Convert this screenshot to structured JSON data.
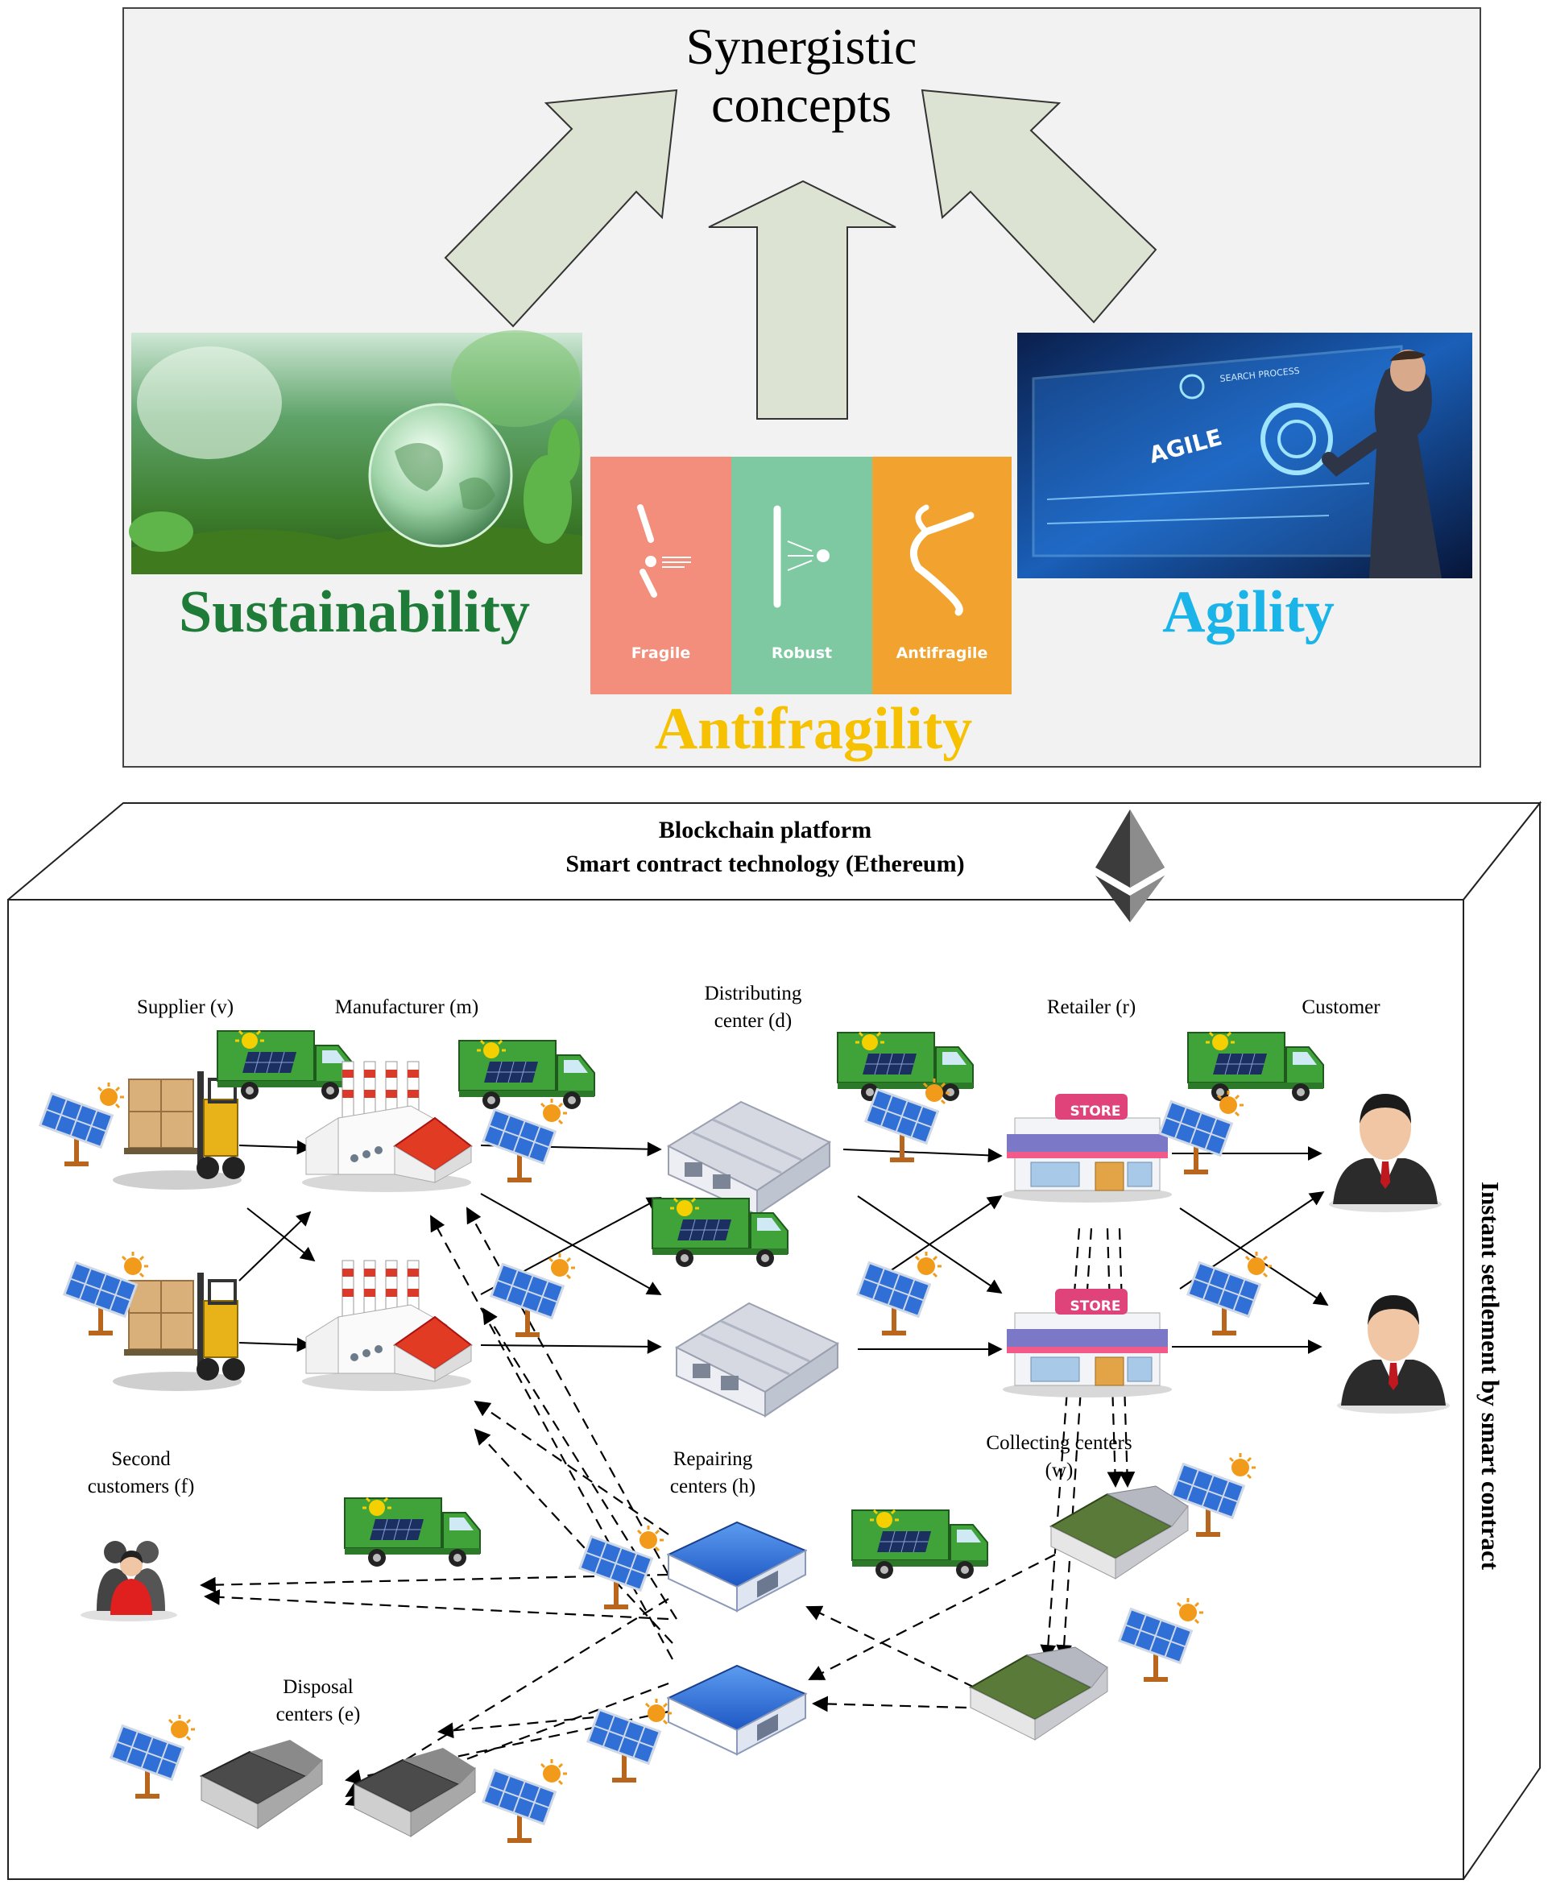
{
  "top": {
    "title_line1": "Synergistic",
    "title_line2": "concepts",
    "concepts": {
      "sustainability": "Sustainability",
      "antifragility": "Antifragility",
      "agility": "Agility"
    },
    "panels": {
      "fragile": "Fragile",
      "robust": "Robust",
      "antifragile": "Antifragile"
    },
    "agile_word": "AGILE",
    "search_text": "SEARCH PROCESS",
    "colors": {
      "sustainability": "#1e7b38",
      "antifragility": "#f5c100",
      "agility": "#1ab4e8",
      "fragile_panel": "#f28e7b",
      "robust_panel": "#7fc9a2",
      "antifragile_panel": "#f2a22e",
      "arrow_fill": "#dde3d2"
    }
  },
  "network": {
    "platform_line1": "Blockchain platform",
    "platform_line2": "Smart contract technology (Ethereum)",
    "side_label": "Instant settlement by smart contract",
    "nodes": {
      "supplier": "Supplier (v)",
      "manufacturer": "Manufacturer (m)",
      "distributing_line1": "Distributing",
      "distributing_line2": "center (d)",
      "retailer": "Retailer (r)",
      "customer": "Customer",
      "second_line1": "Second",
      "second_line2": "customers (f)",
      "repairing_line1": "Repairing",
      "repairing_line2": "centers (h)",
      "collecting_line1": "Collecting centers",
      "collecting_line2": "(w)",
      "disposal_line1": "Disposal",
      "disposal_line2": "centers (e)"
    },
    "store_sign": "STORE"
  }
}
